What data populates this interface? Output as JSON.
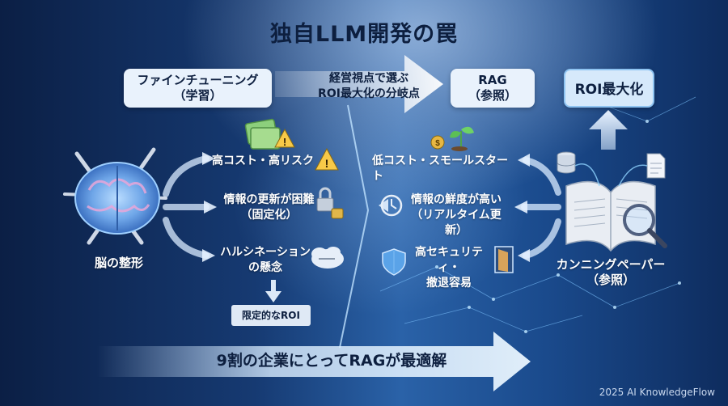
{
  "title": "独自LLM開発の罠",
  "fine_tuning": {
    "line1": "ファインチューニング",
    "line2": "（学習）"
  },
  "center_label": {
    "line1": "経営視点で選ぶ",
    "line2": "ROI最大化の分岐点"
  },
  "rag": {
    "line1": "RAG",
    "line2": "（参照）"
  },
  "roi_max": "ROI最大化",
  "left": {
    "brain_label": "脳の整形",
    "risks": [
      {
        "text": "高コスト・高リスク"
      },
      {
        "line1": "情報の更新が困難",
        "line2": "（固定化）"
      },
      {
        "line1": "ハルシネーション",
        "line2": "の懸念"
      }
    ],
    "result": "限定的なROI"
  },
  "right": {
    "book_label": {
      "line1": "カンニングペーパー",
      "line2": "（参照）"
    },
    "benefits": [
      {
        "text": "低コスト・スモールスタート"
      },
      {
        "line1": "情報の鮮度が高い",
        "line2": "（リアルタイム更新）"
      },
      {
        "line1": "高セキュリティ・",
        "line2": "撤退容易"
      }
    ]
  },
  "bottom_banner": "9割の企業にとってRAGが最適解",
  "footer": "2025 AI KnowledgeFlow",
  "colors": {
    "accent": "#0d1f3f",
    "light_box": "#e9f2fc",
    "glow": "#8fd3ff"
  }
}
